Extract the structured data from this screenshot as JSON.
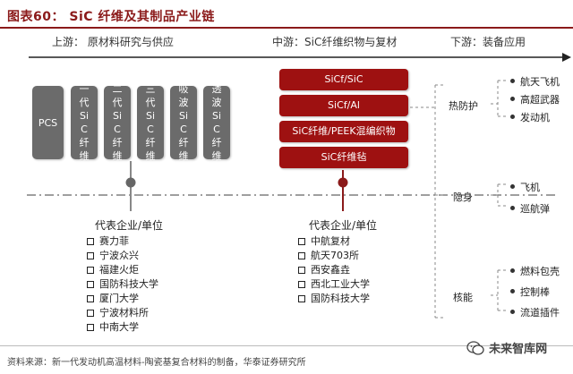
{
  "title": "图表60：  SiC 纤维及其制品产业链",
  "stages": {
    "upstream": "上游：  原材料研究与供应",
    "midstream": "中游：SiC纤维织物与复材",
    "downstream": "下游：装备应用"
  },
  "materials": [
    {
      "label": "PCS"
    },
    {
      "label": "一代SiC纤维"
    },
    {
      "label": "二代SiC纤维"
    },
    {
      "label": "三代SiC纤维"
    },
    {
      "label": "吸波SiC纤维"
    },
    {
      "label": "透波SiC纤维"
    }
  ],
  "products": [
    {
      "label": "SiCf/SiC"
    },
    {
      "label": "SiCf/Al"
    },
    {
      "label": "SiC纤维/PEEK混编织物"
    },
    {
      "label": "SiC纤维毡"
    }
  ],
  "upstream_companies": {
    "heading": "代表企业/单位",
    "items": [
      "赛力菲",
      "宁波众兴",
      "福建火炬",
      "国防科技大学",
      "厦门大学",
      "宁波材料所",
      "中南大学"
    ]
  },
  "midstream_companies": {
    "heading": "代表企业/单位",
    "items": [
      "中航复材",
      "航天703所",
      "西安鑫垚",
      "西北工业大学",
      "国防科技大学"
    ]
  },
  "applications": [
    {
      "category": "热防护",
      "items": [
        "航天飞机",
        "高超武器",
        "发动机"
      ]
    },
    {
      "category": "隐身",
      "items": [
        "飞机",
        "巡航弹"
      ]
    },
    {
      "category": "核能",
      "items": [
        "燃料包壳",
        "控制棒",
        "流道插件"
      ]
    }
  ],
  "footer": {
    "source": "资料来源：新一代发动机高温材料-陶瓷基复合材料的制备，华泰证券研究所",
    "watermark": "未来智库网"
  },
  "colors": {
    "accent_red": "#9e1111",
    "title_red": "#8b1a1a",
    "material_gray": "#6b6b6b"
  }
}
